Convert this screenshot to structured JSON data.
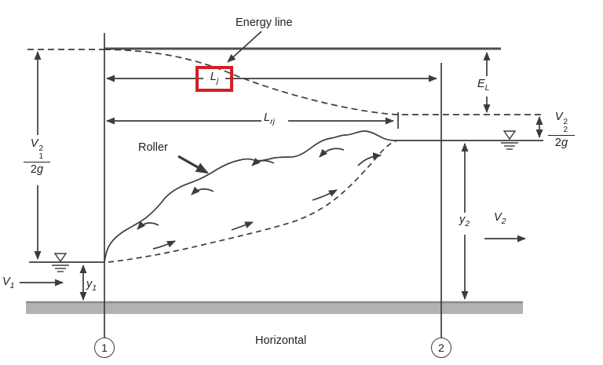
{
  "figure": {
    "labels": {
      "energy_line": "Energy line",
      "roller": "Roller",
      "horizontal": "Horizontal",
      "lj": {
        "base": "L",
        "sub": "j"
      },
      "lrj": {
        "base": "L",
        "sub": "rj"
      },
      "el": {
        "base": "E",
        "sub": "L"
      },
      "y1": {
        "base": "y",
        "sub": "1"
      },
      "y2": {
        "base": "y",
        "sub": "2"
      },
      "v1": {
        "base": "V",
        "sub": "1"
      },
      "v2": {
        "base": "V",
        "sub": "2"
      },
      "v1_head": {
        "num_base": "V",
        "num_sub": "1",
        "num_sup": "2",
        "den_coeff": "2",
        "den_var": "g"
      },
      "v2_head": {
        "num_base": "V",
        "num_sub": "2",
        "num_sup": "2",
        "den_coeff": "2",
        "den_var": "g"
      },
      "section1": "1",
      "section2": "2"
    },
    "colors": {
      "line": "#3c3c3c",
      "line_strong": "#4f4f4f",
      "bed_gray": "#b2b2b2",
      "bed_edge": "#8a8a8a",
      "highlight_red": "#d02028",
      "text": "#222222"
    }
  }
}
